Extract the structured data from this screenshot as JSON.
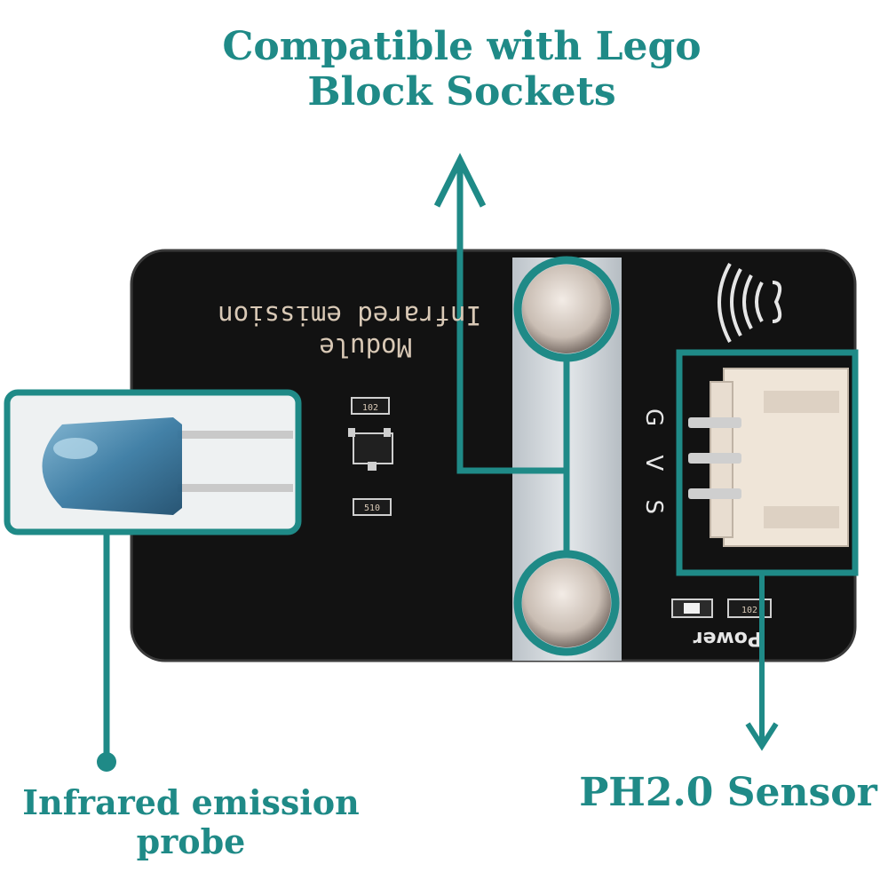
{
  "callouts": {
    "top_line1": "Compatible with Lego",
    "top_line2": "Block Sockets",
    "probe_line1": "Infrared emission",
    "probe_line2": "probe",
    "sensor": "PH2.0 Sensor"
  },
  "board_silkscreen": {
    "title_line1": "Infrared emission",
    "title_line2": "Module",
    "pin_labels": "G V S",
    "power": "Power",
    "resistor_1": "102",
    "resistor_2": "510",
    "resistor_3": "102"
  },
  "colors": {
    "accent": "#1f8a87",
    "board": "#121212",
    "connector": "#efe5d8",
    "strip": "#cfd4d8"
  },
  "icons": {
    "signal": "wireless-signal-icon"
  }
}
